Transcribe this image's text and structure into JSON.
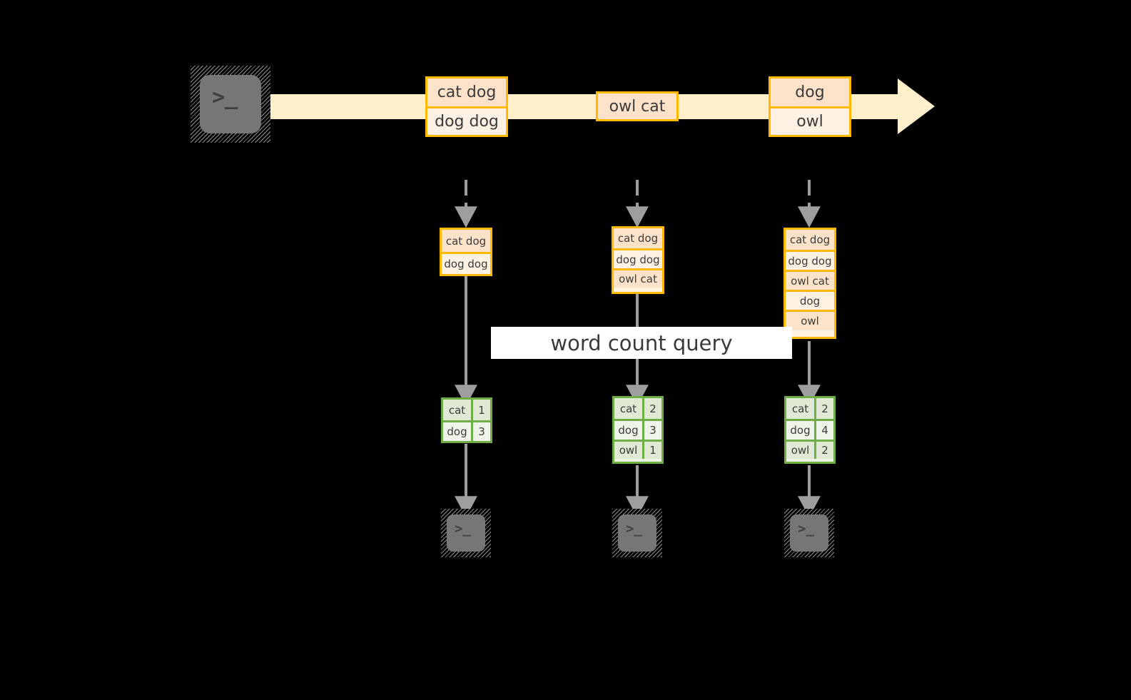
{
  "diagram": {
    "title_label": "word count query",
    "colors": {
      "background": "#000000",
      "stream_fill": "#FFEFCB",
      "record_border": "#FFB900",
      "record_fill_dark": "#FCE2C8",
      "record_fill_light": "#FDF1E3",
      "result_border": "#6FAD46",
      "result_fill_dark": "#DFE9D4",
      "result_fill_light": "#EFF4EA",
      "arrow_gray": "#9E9E9E",
      "terminal_body": "#767676",
      "label_fill": "#FFFFFF",
      "text": "#3b3b3b"
    },
    "source_terminal": {
      "glyph": ">_",
      "icon": "terminal-icon"
    },
    "stream": {
      "icon": "stream-arrow-icon",
      "groups": [
        {
          "name": "stream-group-1",
          "rows": [
            {
              "text": "cat dog",
              "shade": "dark"
            },
            {
              "text": "dog dog",
              "shade": "light"
            }
          ]
        },
        {
          "name": "stream-group-2",
          "rows": [
            {
              "text": "owl cat",
              "shade": "dark"
            }
          ]
        },
        {
          "name": "stream-group-3",
          "rows": [
            {
              "text": "dog",
              "shade": "dark"
            },
            {
              "text": "owl",
              "shade": "light"
            }
          ]
        }
      ]
    },
    "stages": [
      {
        "name": "stage-1",
        "input": {
          "name": "accumulated-input-1",
          "rows": [
            {
              "text": "cat dog",
              "shade": "dark"
            },
            {
              "text": "dog dog",
              "shade": "light"
            }
          ]
        },
        "result": {
          "name": "word-count-result-1",
          "rows": [
            {
              "key": "cat",
              "value": "1",
              "shade": "dark"
            },
            {
              "key": "dog",
              "value": "3",
              "shade": "light"
            }
          ]
        },
        "sink": {
          "glyph": ">_",
          "icon": "terminal-icon"
        }
      },
      {
        "name": "stage-2",
        "input": {
          "name": "accumulated-input-2",
          "rows": [
            {
              "text": "cat dog",
              "shade": "dark"
            },
            {
              "text": "dog dog",
              "shade": "light"
            },
            {
              "text": "owl cat",
              "shade": "dark"
            }
          ]
        },
        "result": {
          "name": "word-count-result-2",
          "rows": [
            {
              "key": "cat",
              "value": "2",
              "shade": "dark"
            },
            {
              "key": "dog",
              "value": "3",
              "shade": "light"
            },
            {
              "key": "owl",
              "value": "1",
              "shade": "dark"
            }
          ]
        },
        "sink": {
          "glyph": ">_",
          "icon": "terminal-icon"
        }
      },
      {
        "name": "stage-3",
        "input": {
          "name": "accumulated-input-3",
          "rows": [
            {
              "text": "cat dog",
              "shade": "dark"
            },
            {
              "text": "dog dog",
              "shade": "light"
            },
            {
              "text": "owl cat",
              "shade": "dark"
            },
            {
              "text": "dog",
              "shade": "light"
            },
            {
              "text": "owl",
              "shade": "dark"
            }
          ]
        },
        "result": {
          "name": "word-count-result-3",
          "rows": [
            {
              "key": "cat",
              "value": "2",
              "shade": "dark"
            },
            {
              "key": "dog",
              "value": "4",
              "shade": "light"
            },
            {
              "key": "owl",
              "value": "2",
              "shade": "dark"
            }
          ]
        },
        "sink": {
          "glyph": ">_",
          "icon": "terminal-icon"
        }
      }
    ]
  }
}
